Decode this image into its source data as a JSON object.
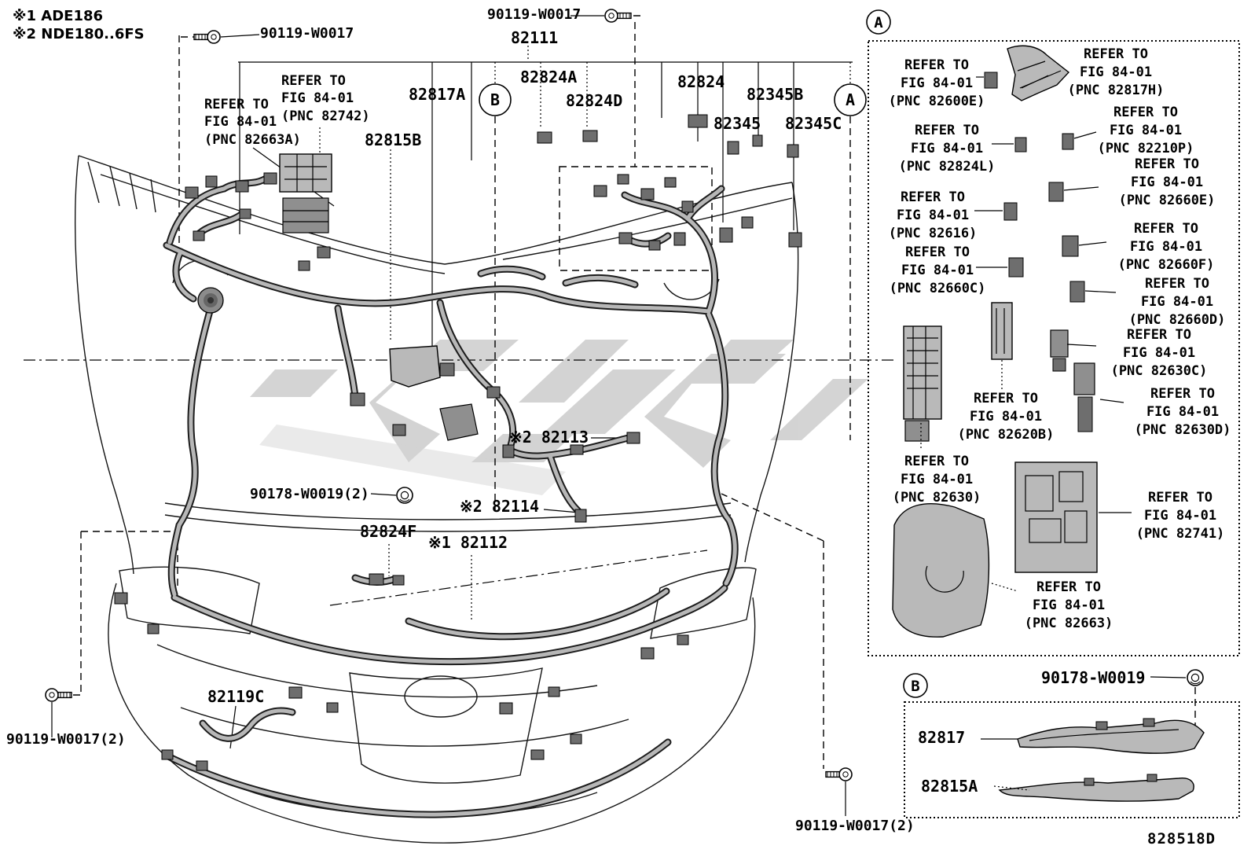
{
  "doc": {
    "number": "828518D"
  },
  "notes": {
    "line1": "※1 ADE186",
    "line2": "※2 NDE180..6FS"
  },
  "colors": {
    "ink": "#000000",
    "paper": "#ffffff",
    "watermark": "#c9c9c9",
    "harness_fill": "#b7b7b7"
  },
  "fasteners": {
    "top_left_bolt": "90119-W0017",
    "top_center_bolt": "90119-W0017",
    "bottom_left_bolt": "90119-W0017(2)",
    "bottom_center_bolt": "90119-W0017(2)",
    "center_grommet": "90178-W0019(2)",
    "panel_b_grommet": "90178-W0019"
  },
  "harness": {
    "h82111": "82111",
    "h82817a": "82817A",
    "h82815b": "82815B",
    "h82824a": "82824A",
    "h82824d": "82824D",
    "h82824": "82824",
    "h82345b": "82345B",
    "h82345": "82345",
    "h82345c": "82345C",
    "h82113": "※2 82113",
    "h82114": "※2 82114",
    "h82112": "※1 82112",
    "h82824f": "82824F",
    "h82119c": "82119C"
  },
  "inline_refs": {
    "r82663a": "REFER TO\nFIG 84-01\n(PNC 82663A)",
    "r82742": "REFER TO\nFIG 84-01\n(PNC 82742)"
  },
  "view_markers": {
    "a": "A",
    "b": "B"
  },
  "view_a": {
    "badge": "A",
    "entries": [
      {
        "pnc": "82600E",
        "text": "REFER TO\nFIG 84-01\n(PNC 82600E)"
      },
      {
        "pnc": "82817H",
        "text": "REFER TO\nFIG 84-01\n(PNC 82817H)"
      },
      {
        "pnc": "82824L",
        "text": "REFER TO\nFIG 84-01\n(PNC 82824L)"
      },
      {
        "pnc": "82210P",
        "text": "REFER TO\nFIG 84-01\n(PNC 82210P)"
      },
      {
        "pnc": "82616",
        "text": "REFER TO\nFIG 84-01\n(PNC 82616)"
      },
      {
        "pnc": "82660E",
        "text": "REFER TO\nFIG 84-01\n(PNC 82660E)"
      },
      {
        "pnc": "82660C",
        "text": "REFER TO\nFIG 84-01\n(PNC 82660C)"
      },
      {
        "pnc": "82660F",
        "text": "REFER TO\nFIG 84-01\n(PNC 82660F)"
      },
      {
        "pnc": "82660D",
        "text": "REFER TO\nFIG 84-01\n(PNC 82660D)"
      },
      {
        "pnc": "82630C",
        "text": "REFER TO\nFIG 84-01\n(PNC 82630C)"
      },
      {
        "pnc": "82620B",
        "text": "REFER TO\nFIG 84-01\n(PNC 82620B)"
      },
      {
        "pnc": "82630D",
        "text": "REFER TO\nFIG 84-01\n(PNC 82630D)"
      },
      {
        "pnc": "82630",
        "text": "REFER TO\nFIG 84-01\n(PNC 82630)"
      },
      {
        "pnc": "82741",
        "text": "REFER TO\nFIG 84-01\n(PNC 82741)"
      },
      {
        "pnc": "82663",
        "text": "REFER TO\nFIG 84-01\n(PNC 82663)"
      }
    ]
  },
  "view_b": {
    "badge": "B",
    "label_82817": "82817",
    "label_82815a": "82815A"
  }
}
